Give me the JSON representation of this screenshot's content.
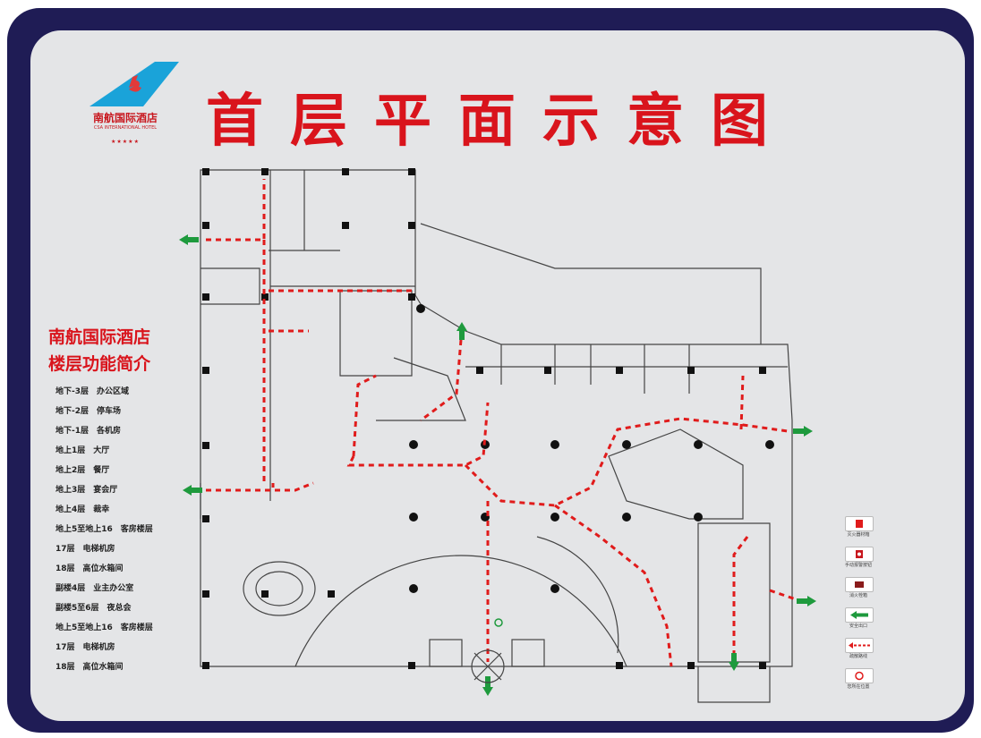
{
  "header": {
    "title": "首层平面示意图",
    "logo_name": "南航国际酒店",
    "logo_english": "CSA INTERNATIONAL HOTEL",
    "logo_stars": "★★★★★"
  },
  "colors": {
    "frame": "#1f1c55",
    "board": "#e4e5e7",
    "title_red": "#d9141c",
    "route_red": "#e01b1b",
    "exit_green": "#1e9a3d",
    "logo_blue": "#1aa3d9"
  },
  "sidebar": {
    "heading_line1": "南航国际酒店",
    "heading_line2": "楼层功能简介",
    "floors": [
      "地下-3层　办公区域",
      "地下-2层　停车场",
      "地下-1层　各机房",
      "地上1层　大厅",
      "地上2层　餐厅",
      "地上3层　宴会厅",
      "地上4层　裁幸",
      "地上5至地上16　客房楼层",
      "17层　电梯机房",
      "18层　高位水箱间",
      "副楼4层　业主办公室",
      "副楼5至6层　夜总会",
      "地上5至地上16　客房楼层",
      "17层　电梯机房",
      "18层　高位水箱间"
    ]
  },
  "legend": {
    "items": [
      {
        "label": "灭火器材箱",
        "icon": "fire-extinguisher-box-icon"
      },
      {
        "label": "手动报警按钮",
        "icon": "manual-alarm-button-icon"
      },
      {
        "label": "消火栓箱",
        "icon": "fire-hydrant-box-icon"
      },
      {
        "label": "安全出口",
        "icon": "safety-exit-arrow-icon"
      },
      {
        "label": "疏散路线",
        "icon": "evacuation-route-icon"
      },
      {
        "label": "您所在位置",
        "icon": "you-are-here-icon"
      }
    ]
  }
}
